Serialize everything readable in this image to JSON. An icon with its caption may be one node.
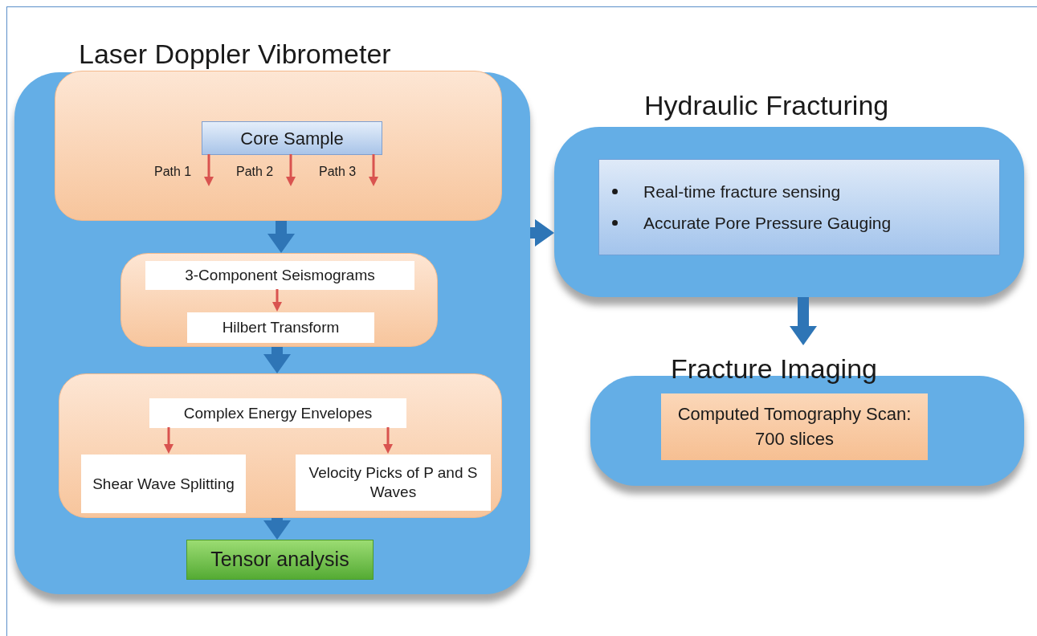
{
  "diagram": {
    "nodes": [
      {
        "text": [
          "Laser Doppler Vibrometer"
        ]
      },
      {
        "text": [],
        "shape": "box",
        "in": 0
      },
      {
        "text": [
          "Core Sample"
        ],
        "in": 1
      },
      {
        "text": [],
        "shape": "box",
        "in": 0
      },
      {
        "text": [
          "3-Component Seismograms"
        ],
        "in": 3
      },
      {
        "text": [
          "Hilbert Transform"
        ],
        "in": 3
      },
      {
        "text": [],
        "shape": "box",
        "in": 0
      },
      {
        "text": [
          "Complex Energy Envelopes"
        ],
        "in": 6
      },
      {
        "text": [
          "Shear Wave Splitting"
        ],
        "in": 6
      },
      {
        "text": [
          "Velocity Picks of P and S Waves"
        ],
        "in": 6
      },
      {
        "text": [
          "Tensor analysis"
        ],
        "in": 0
      },
      {
        "text": [
          "Hydraulic Fracturing"
        ]
      },
      {
        "text": [
          "Real-time fracture sensing",
          "Accurate Pore Pressure Gauging"
        ],
        "in": 11
      },
      {
        "text": [
          "Fracture Imaging"
        ]
      },
      {
        "text": [
          "Computed Tomography Scan: 700 slices"
        ],
        "in": 13
      }
    ],
    "edges": [
      {
        "from": 2,
        "to": null,
        "arrow": "to",
        "label": "Path 1"
      },
      {
        "from": 2,
        "to": null,
        "arrow": "to",
        "label": "Path 2"
      },
      {
        "from": 2,
        "to": null,
        "arrow": "to",
        "label": "Path 3"
      },
      {
        "from": 1,
        "to": 3,
        "arrow": "to",
        "style": "thick",
        "color": "#2e75b6"
      },
      {
        "from": 4,
        "to": 5,
        "arrow": "to"
      },
      {
        "from": 3,
        "to": 6,
        "arrow": "to",
        "style": "thick",
        "color": "#2e75b6"
      },
      {
        "from": 7,
        "to": 8,
        "arrow": "to"
      },
      {
        "from": 7,
        "to": 9,
        "arrow": "to"
      },
      {
        "from": 6,
        "to": 10,
        "arrow": "to",
        "style": "thick",
        "color": "#2e75b6"
      },
      {
        "from": 0,
        "to": 11,
        "arrow": "to",
        "style": "thick",
        "color": "#2e75b6"
      },
      {
        "from": 11,
        "to": 13,
        "arrow": "to",
        "style": "thick",
        "color": "#2e75b6"
      }
    ]
  }
}
